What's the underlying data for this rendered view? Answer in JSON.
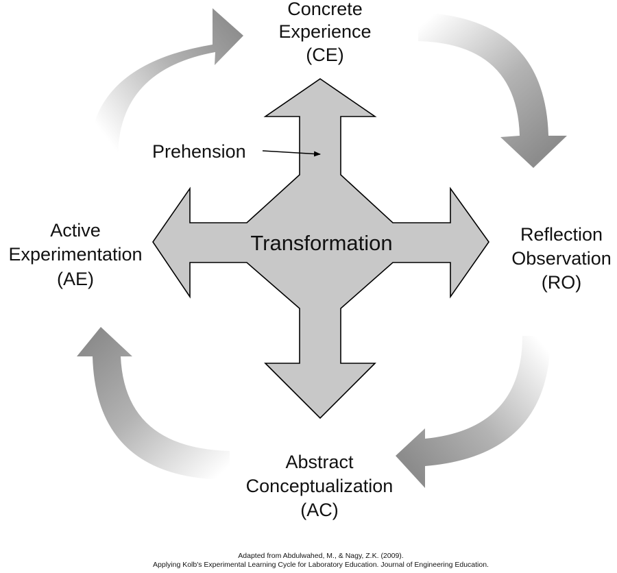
{
  "diagram": {
    "nodes": {
      "top": {
        "lines": [
          "Concrete",
          "Experience",
          "(CE)"
        ]
      },
      "right": {
        "lines": [
          "Reflection",
          "Observation",
          "(RO)"
        ]
      },
      "bottom": {
        "lines": [
          "Abstract",
          "Conceptualization",
          "(AC)"
        ]
      },
      "left": {
        "lines": [
          "Active",
          "Experimentation",
          "(AE)"
        ]
      }
    },
    "center_label": "Transformation",
    "pointer_label": "Prehension",
    "citation": [
      "Adapted from Abdulwahed, M., & Nagy, Z.K. (2009).",
      "Applying Kolb's Experimental Learning Cycle for Laboratory Education. Journal of Engineering Education."
    ],
    "colors": {
      "cross_fill": "#c8c8c8",
      "cross_stroke": "#000000",
      "cycle_dark": "#8c8c8c",
      "cycle_light": "#ffffff"
    }
  }
}
